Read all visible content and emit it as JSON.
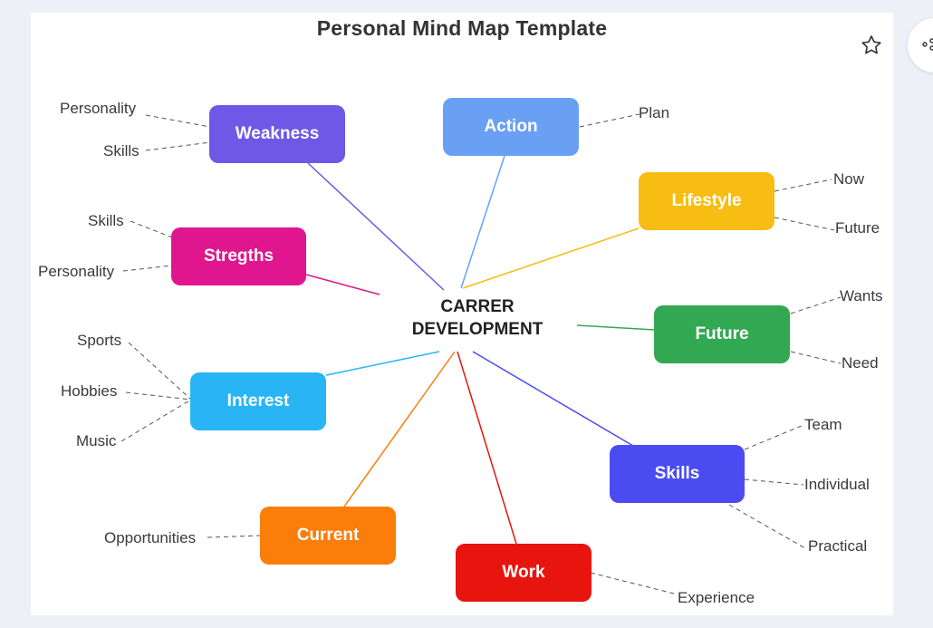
{
  "title": "Personal Mind Map Template",
  "center": {
    "line1": "CARRER",
    "line2": "DEVELOPMENT"
  },
  "branches": {
    "weakness": {
      "label": "Weakness",
      "color": "#7058e6",
      "leaves": [
        "Personality",
        "Skills"
      ]
    },
    "action": {
      "label": "Action",
      "color": "#6aa0f4",
      "leaves": [
        "Plan"
      ]
    },
    "lifestyle": {
      "label": "Lifestyle",
      "color": "#f7bd12",
      "leaves": [
        "Now",
        "Future"
      ]
    },
    "strengths": {
      "label": "Stregths",
      "color": "#e0168f",
      "leaves": [
        "Skills",
        "Personality"
      ]
    },
    "future": {
      "label": "Future",
      "color": "#33a852",
      "leaves": [
        "Wants",
        "Need"
      ]
    },
    "interest": {
      "label": "Interest",
      "color": "#29b4f6",
      "leaves": [
        "Sports",
        "Hobbies",
        "Music"
      ]
    },
    "skills": {
      "label": "Skills",
      "color": "#4a4cf2",
      "leaves": [
        "Team",
        "Individual",
        "Practical"
      ]
    },
    "current": {
      "label": "Current",
      "color": "#fb7d0a",
      "leaves": [
        "Opportunities"
      ]
    },
    "work": {
      "label": "Work",
      "color": "#e8150e",
      "leaves": [
        "Experience"
      ]
    }
  },
  "icons": {
    "favorite": "star-outline-icon",
    "share": "share-icon"
  }
}
